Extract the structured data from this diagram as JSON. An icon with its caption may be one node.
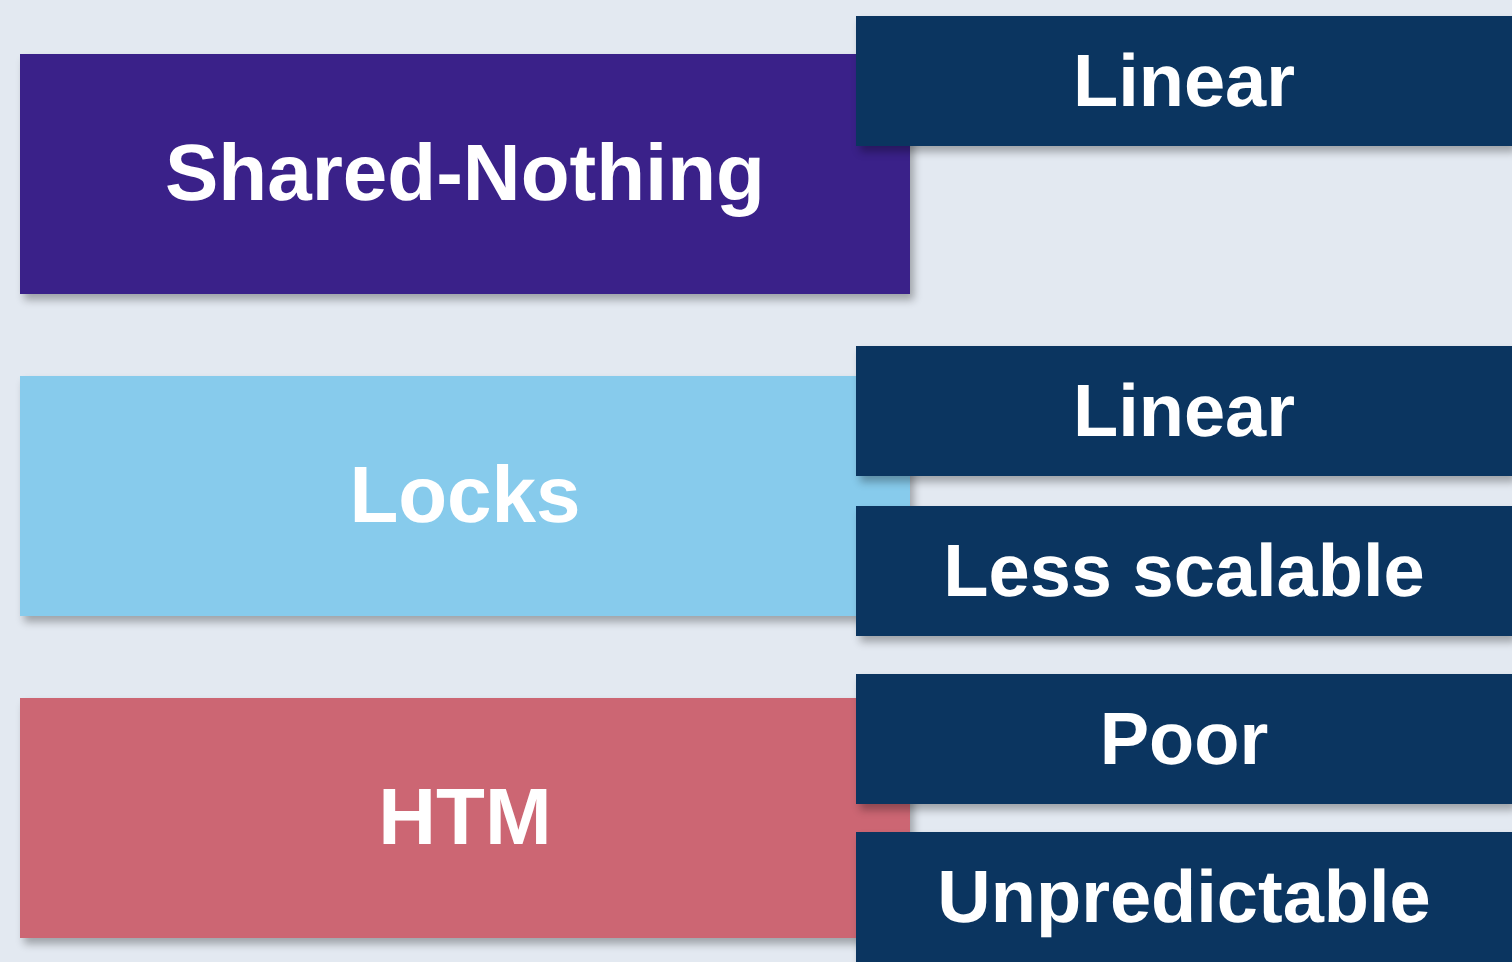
{
  "diagram": {
    "nodes": [
      {
        "text": [
          "Shared-Nothing"
        ]
      },
      {
        "text": [
          "Linear"
        ]
      },
      {
        "text": [
          "Locks"
        ]
      },
      {
        "text": [
          "Linear"
        ]
      },
      {
        "text": [
          "Less scalable"
        ]
      },
      {
        "text": [
          "HTM"
        ]
      },
      {
        "text": [
          "Poor"
        ]
      },
      {
        "text": [
          "Unpredictable"
        ]
      }
    ]
  }
}
